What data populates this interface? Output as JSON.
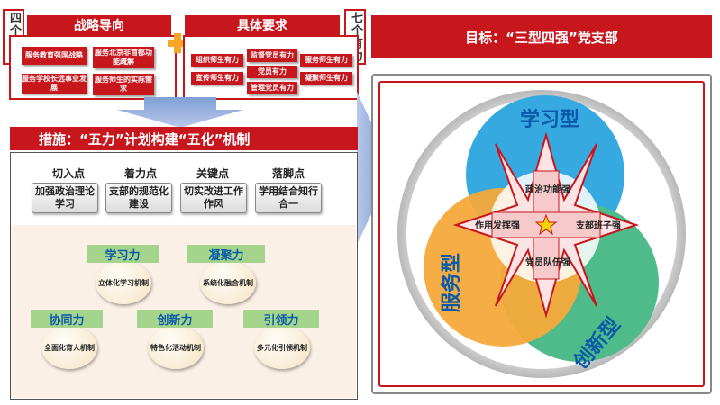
{
  "top": {
    "left_vertical": "四个服务",
    "right_vertical": "七个有力",
    "strategy_title": "战略导向",
    "requirement_title": "具体要求",
    "strategy_tags": [
      "服务教育强国战略",
      "服务北京非首都功能疏解",
      "服务学校长远事业发展",
      "服务师生的实际需求"
    ],
    "requirement_tags": [
      "组织师生有力",
      "监督党员有力",
      "服务师生有力",
      "党员有力",
      "宣传师生有力",
      "管理党员有力",
      "凝聚师生有力"
    ]
  },
  "measures": {
    "title": "措施：“五力”计划构建“五化”机制",
    "columns": [
      {
        "header": "切入点",
        "box": "加强政治理论学习"
      },
      {
        "header": "着力点",
        "box": "支部的规范化建设"
      },
      {
        "header": "关键点",
        "box": "切实改进工作作风"
      },
      {
        "header": "落脚点",
        "box": "学用结合知行合一"
      }
    ],
    "forces": [
      {
        "label": "学习力",
        "mech": "立体化学习机制"
      },
      {
        "label": "凝聚力",
        "mech": "系统化融合机制"
      },
      {
        "label": "协同力",
        "mech": "全面化育人机制"
      },
      {
        "label": "创新力",
        "mech": "特色化活动机制"
      },
      {
        "label": "引领力",
        "mech": "多元化引领机制"
      }
    ]
  },
  "goal": {
    "title": "目标：“三型四强”党支部",
    "types": [
      "学习型",
      "服务型",
      "创新型"
    ],
    "strengths": [
      "政治功能强",
      "作用发挥强",
      "支部班子强",
      "党员队伍强"
    ]
  },
  "colors": {
    "red": "#c8161d",
    "blue": "#36a9e1",
    "orange": "#f5a93b",
    "green": "#4fba8a",
    "green_bar": "#a5d58c",
    "text_blue": "#0a5aa8"
  }
}
